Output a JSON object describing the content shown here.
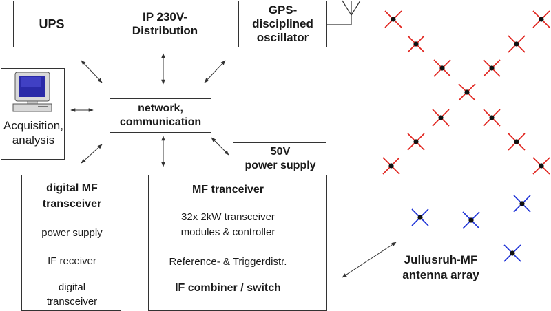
{
  "ups": {
    "label": "UPS"
  },
  "ip_distribution": {
    "line1": "IP 230V-",
    "line2": "Distribution"
  },
  "gps": {
    "line1": "GPS-",
    "line2": "disciplined",
    "line3": "oscillator"
  },
  "acquisition": {
    "line1": "Acquisition,",
    "line2": "analysis",
    "icon": "computer-icon"
  },
  "network": {
    "line1": "network,",
    "line2": "communication"
  },
  "power50": {
    "line1": "50V",
    "line2": "power supply"
  },
  "digital_mf": {
    "title1": "digital MF",
    "title2": "transceiver",
    "item1": "power supply",
    "item2": "IF receiver",
    "item3a": "digital",
    "item3b": "transceiver"
  },
  "mf_transceiver": {
    "title": "MF tranceiver",
    "line1": "32x 2kW transceiver",
    "line2": "modules & controller",
    "line3": "Reference- & Triggerdistr.",
    "line4": "IF combiner / switch"
  },
  "antenna_array": {
    "line1": "Juliusruh-MF",
    "line2": "antenna array"
  },
  "colors": {
    "red_antenna": "#e0201a",
    "blue_antenna": "#1a2fd6",
    "node": "#111111"
  }
}
